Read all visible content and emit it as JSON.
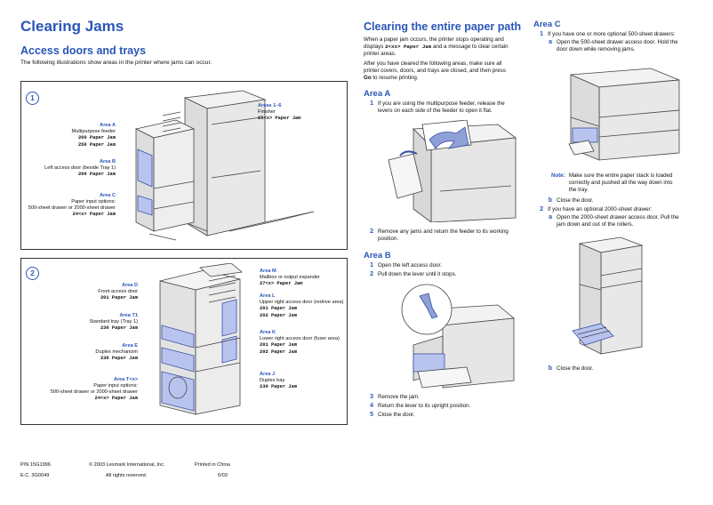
{
  "left": {
    "title": "Clearing Jams",
    "subtitle": "Access doors and trays",
    "intro": "The following illustrations show areas in the printer where jams can  occur.",
    "fig1": {
      "badge": "1",
      "areaA": {
        "name": "Area A",
        "desc": "Multipurpose feeder",
        "code1": "200 Paper Jam",
        "code2": "250 Paper Jam"
      },
      "areaB": {
        "name": "Area B",
        "desc": "Left access door (beside Tray 1)",
        "code1": "200 Paper Jam"
      },
      "areaC": {
        "name": "Area C",
        "desc1": "Paper input options:",
        "desc2": "500-sheet drawer or 2000-sheet drawer",
        "code1": "24<x> Paper Jam"
      },
      "area16": {
        "name": "Areas 1–6",
        "desc": "Finisher",
        "code1": "28<x> Paper Jam"
      }
    },
    "fig2": {
      "badge": "2",
      "areaD": {
        "name": "Area D",
        "desc": "Front access door",
        "code1": "201 Paper Jam"
      },
      "areaT1": {
        "name": "Area T1",
        "desc": "Standard tray (Tray 1)",
        "code1": "230 Paper Jam"
      },
      "areaE": {
        "name": "Area E",
        "desc": "Duplex mechanism",
        "code1": "230 Paper Jam"
      },
      "areaTx": {
        "name": "Area T<x>",
        "desc1": "Paper input options:",
        "desc2": "500-sheet drawer or 2000-sheet drawer",
        "code1": "24<x> Paper Jam"
      },
      "areaM": {
        "name": "Area M",
        "desc": "Mailbox or output expander",
        "code1": "27<x> Paper Jam"
      },
      "areaL": {
        "name": "Area L",
        "desc": "Upper right access door (redrive area)",
        "code1": "201 Paper Jam",
        "code2": "202 Paper Jam"
      },
      "areaK": {
        "name": "Area K",
        "desc": "Lower right access door (fuser area)",
        "code1": "201 Paper Jam",
        "code2": "202 Paper Jam"
      },
      "areaJ": {
        "name": "Area J",
        "desc": "Duplex tray",
        "code1": "230 Paper Jam"
      }
    },
    "footer": {
      "pn": "P/N 15G1996",
      "ec": "E.C. 3G0049",
      "copyright": "© 2003 Lexmark International, Inc.",
      "rights": "All rights reserved.",
      "printed": "Printed in China",
      "date": "6/03"
    }
  },
  "mid": {
    "title": "Clearing the entire paper path",
    "p1a": "When a paper jam occurs, the printer stops operating and",
    "p1b_pre": "displays ",
    "p1b_code": "2<xx> Paper Jam",
    "p1b_post": " and a message to clear certain",
    "p1c": "printer areas.",
    "p2a": "After you have cleared the following areas, make sure all",
    "p2b": "printer covers, doors, and trays are closed, and then press",
    "p2c_go": "Go",
    "p2c_post": " to resume printing.",
    "areaA_title": "Area A",
    "a1_num": "1",
    "a1_l1": "If you are using the multipurpose feeder, release the",
    "a1_l2": "levers on each side of the feeder to open it flat.",
    "a2_num": "2",
    "a2_l1": "Remove any jams and return the feeder to its working",
    "a2_l2": "position.",
    "areaB_title": "Area B",
    "b1_num": "1",
    "b1": "Open the left access door.",
    "b2_num": "2",
    "b2": "Pull down the lever until it stops.",
    "b3_num": "3",
    "b3": "Remove the jam.",
    "b4_num": "4",
    "b4": "Return the lever to its upright position.",
    "b5_num": "5",
    "b5": "Close the door."
  },
  "right": {
    "areaC_title": "Area C",
    "c1_num": "1",
    "c1": "If you have one or more optional 500-sheet drawers:",
    "c1a_letter": "a",
    "c1a_l1": "Open the 500-sheet drawer access door. Hold the",
    "c1a_l2": "door down while removing jams.",
    "note_label": "Note:",
    "note_l1": "Make sure the entire paper stack is loaded",
    "note_l2": "correctly and pushed all the way down into",
    "note_l3": "the tray.",
    "c1b_letter": "b",
    "c1b": "Close the door.",
    "c2_num": "2",
    "c2": "If you have an optional 2000-sheet drawer:",
    "c2a_letter": "a",
    "c2a_l1": "Open the 2000-sheet drawer access door. Pull the",
    "c2a_l2": "jam down and out of the rollers.",
    "c2b_letter": "b",
    "c2b": "Close the door."
  }
}
